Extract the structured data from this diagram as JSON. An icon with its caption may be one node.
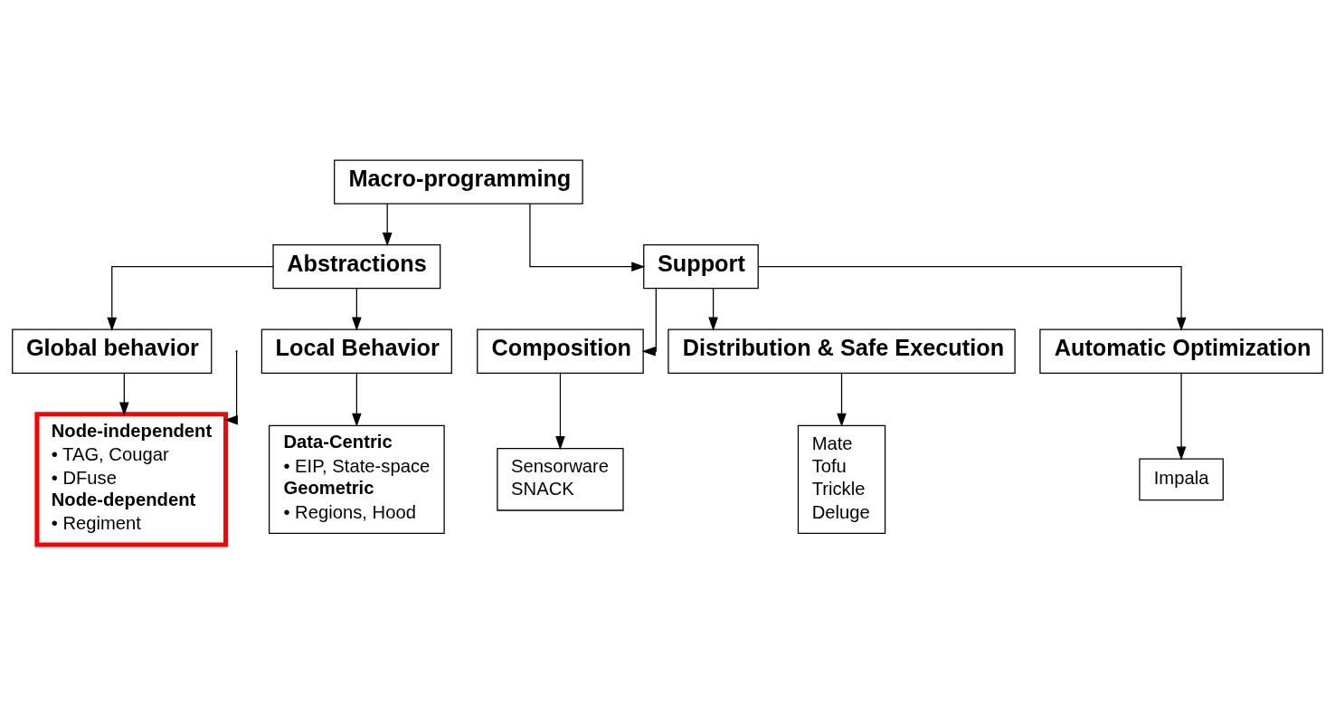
{
  "diagram": {
    "nodes": [
      {
        "text": [
          "Macro-programming"
        ]
      },
      {
        "text": [
          "Abstractions"
        ]
      },
      {
        "text": [
          "Support"
        ]
      },
      {
        "text": [
          "Global behavior"
        ]
      },
      {
        "text": [
          "Local Behavior"
        ]
      },
      {
        "text": [
          "Composition"
        ]
      },
      {
        "text": [
          "Distribution & Safe Execution"
        ]
      },
      {
        "text": [
          "Automatic Optimization"
        ]
      },
      {
        "text": [
          "Node-independent",
          "• TAG, Cougar",
          "• DFuse",
          "Node-dependent",
          "• Regiment"
        ]
      },
      {
        "text": [
          "Data-Centric",
          "• EIP, State-space",
          "Geometric",
          "• Regions, Hood"
        ]
      },
      {
        "text": [
          "Sensorware",
          "SNACK"
        ]
      },
      {
        "text": [
          "Mate",
          "Tofu",
          "Trickle",
          "Deluge"
        ]
      },
      {
        "text": [
          "Impala"
        ]
      }
    ],
    "edges": [
      {
        "from": 0,
        "to": 1,
        "arrow": "to"
      },
      {
        "from": 0,
        "to": 2,
        "arrow": "to"
      },
      {
        "from": 1,
        "to": 3,
        "arrow": "to"
      },
      {
        "from": 1,
        "to": 4,
        "arrow": "to"
      },
      {
        "from": 2,
        "to": 5,
        "arrow": "to"
      },
      {
        "from": 2,
        "to": 6,
        "arrow": "to"
      },
      {
        "from": 2,
        "to": 7,
        "arrow": "to"
      },
      {
        "from": 3,
        "to": 8,
        "arrow": "to"
      },
      {
        "from": 4,
        "to": 9,
        "arrow": "to"
      },
      {
        "from": 5,
        "to": 10,
        "arrow": "to"
      },
      {
        "from": 6,
        "to": 11,
        "arrow": "to"
      },
      {
        "from": 7,
        "to": 12,
        "arrow": "to"
      },
      {
        "from": null,
        "to": 8,
        "arrow": "to"
      }
    ]
  }
}
